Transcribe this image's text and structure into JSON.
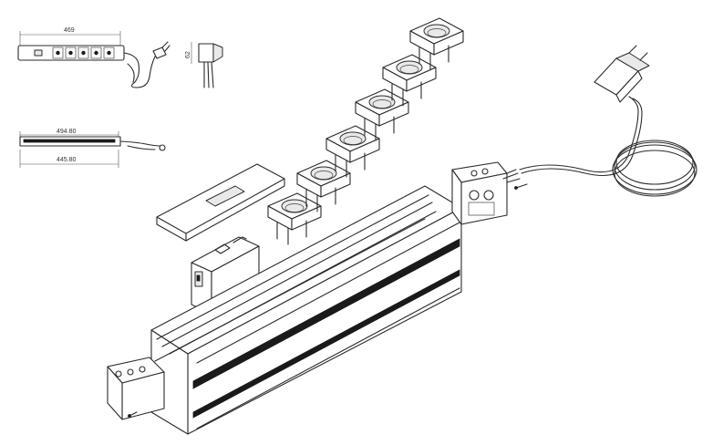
{
  "dimensions": {
    "top_length": "469",
    "side_height": "62",
    "overall_length": "494.80",
    "inner_length": "445.80"
  },
  "colors": {
    "line": "#2b2b2b",
    "rail_stripe": "#1a1a1a",
    "background": "#ffffff"
  }
}
